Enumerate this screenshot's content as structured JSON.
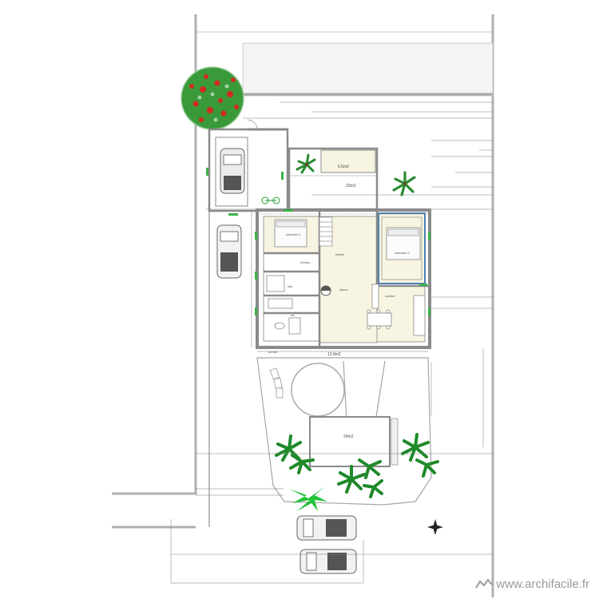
{
  "rooms": {
    "garden_top": {
      "area": "6.5m2"
    },
    "garden_mid": {
      "area": "22m2"
    },
    "terrace_bottom": {
      "area": "20m2"
    },
    "house_total": {
      "area": "13.8m2"
    },
    "bedroom_1": {
      "label": "chambre 1"
    },
    "bedroom_2": {
      "label": "chambre 2"
    },
    "living": {
      "label": "séjour"
    },
    "kitchen": {
      "label": "cuisine"
    },
    "bath": {
      "label": "sdb"
    },
    "wc": {
      "label": "wc"
    },
    "entry": {
      "label": "entrée"
    },
    "office": {
      "label": "bureau"
    }
  },
  "notes": {
    "bottom_left": "portail"
  },
  "watermark": {
    "text": "www.archifacile.fr"
  },
  "colors": {
    "walls": "#8a8a8a",
    "interior": "#f7f5e1",
    "bedroom_outline": "#4a7fb5",
    "tree_green": "#2e8b3a",
    "tree_red": "#d42a1e",
    "plants": "#1f9a2a"
  }
}
